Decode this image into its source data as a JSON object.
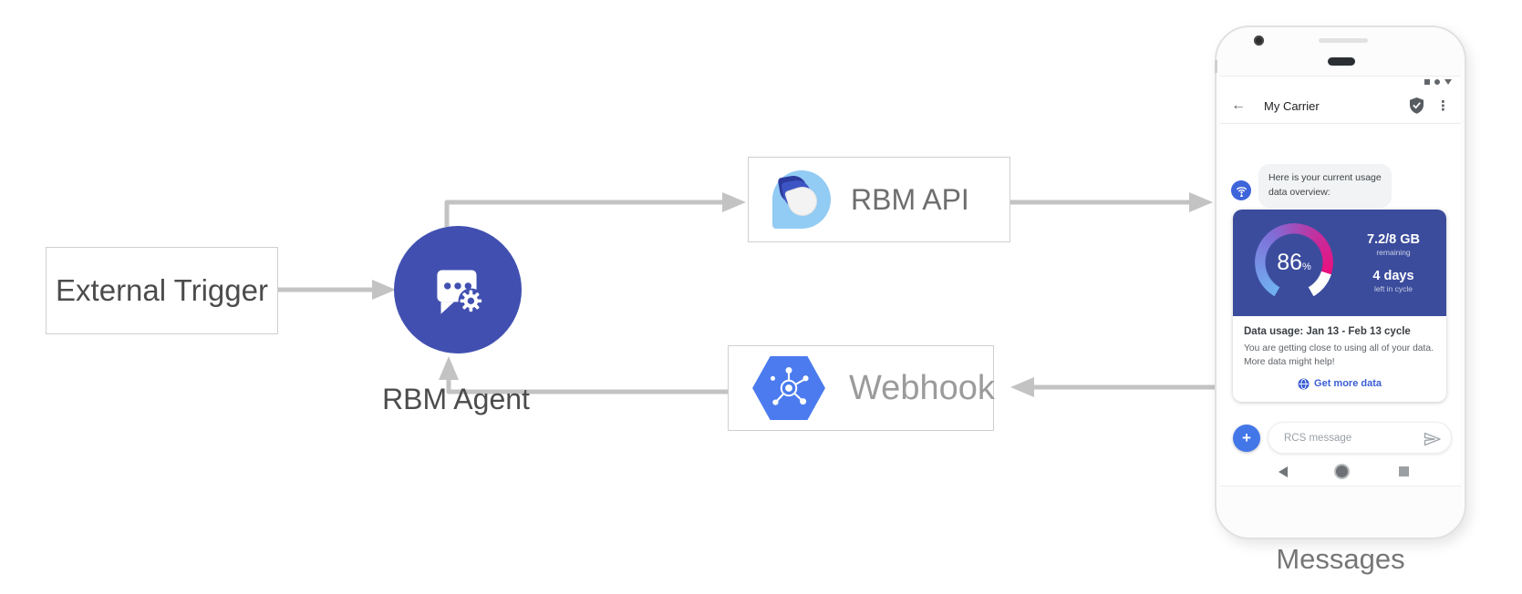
{
  "diagram": {
    "external_trigger_label": "External Trigger",
    "rbm_agent_label": "RBM Agent",
    "rbm_api_label": "RBM API",
    "webhook_label": "Webhook",
    "messages_caption": "Messages"
  },
  "phone": {
    "header": {
      "back_glyph": "←",
      "title": "My Carrier",
      "menu_glyph": "⋮"
    },
    "chat": {
      "bubble_text": "Here is your current usage data overview:"
    },
    "usage_card": {
      "percent_value": "86",
      "percent_symbol": "%",
      "remaining_value": "7.2/8 GB",
      "remaining_label": "remaining",
      "days_value": "4 days",
      "days_label": "left in cycle",
      "title": "Data usage: Jan 13 - Feb 13 cycle",
      "body_line1": "You are getting close to using all of your data.",
      "body_line2": "More data might help!",
      "action_label": "Get more data"
    },
    "composer": {
      "plus_glyph": "+",
      "placeholder": "RCS message"
    },
    "gauge": {
      "type": "donut",
      "percent": 86,
      "arc_colors": [
        "#6fb3f0",
        "#7f6fd8",
        "#ec0f7e"
      ],
      "remainder_color": "#ffffff"
    },
    "icons": {
      "status_bar": [
        "stop-square-icon",
        "record-circle-icon",
        "dropdown-triangle-icon"
      ],
      "header": [
        "back-arrow-icon",
        "verified-badge-icon",
        "overflow-menu-icon"
      ],
      "avatar": "broadcast-tower-icon",
      "card_action": "globe-icon",
      "composer": [
        "plus-icon",
        "send-icon"
      ],
      "nav_bar": [
        "back-triangle-icon",
        "home-circle-icon",
        "recents-square-icon"
      ]
    }
  },
  "colors": {
    "arrow": "#c3c3c3",
    "agent_circle": "#4150b0",
    "webhook_hexagon": "#4b7bee",
    "rbm_logo_light": "#92cbf4",
    "card_blue": "#3b4c9d",
    "accent_blue": "#3b5ed6",
    "plus_button": "#4377e8",
    "avatar_blue": "#3e64da"
  }
}
